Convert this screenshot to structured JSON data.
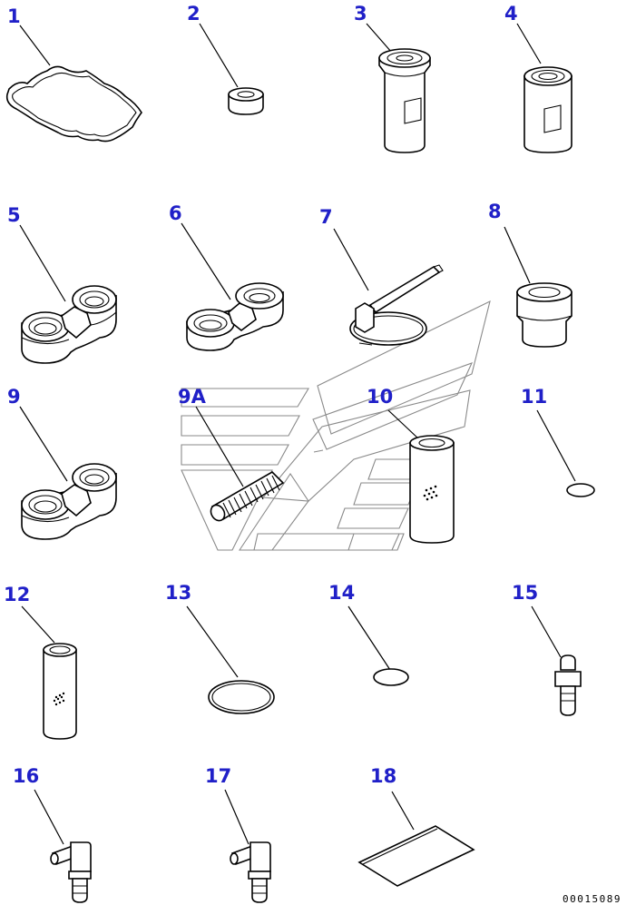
{
  "diagram": {
    "callouts": [
      "1",
      "2",
      "3",
      "4",
      "5",
      "6",
      "7",
      "8",
      "9",
      "9A",
      "10",
      "11",
      "12",
      "13",
      "14",
      "15",
      "16",
      "17",
      "18"
    ],
    "document_number": "00015089",
    "colors": {
      "callout": "#2020c8",
      "line": "#000000",
      "watermark": "#8a8a8a"
    },
    "parts": [
      {
        "callout": "1",
        "icon": "gasket-icon"
      },
      {
        "callout": "2",
        "icon": "ring-spacer-icon"
      },
      {
        "callout": "3",
        "icon": "filter-cartridge-icon"
      },
      {
        "callout": "4",
        "icon": "filter-cartridge-icon"
      },
      {
        "callout": "5",
        "icon": "double-clamp-icon"
      },
      {
        "callout": "6",
        "icon": "double-clamp-icon"
      },
      {
        "callout": "7",
        "icon": "hose-clamp-icon"
      },
      {
        "callout": "8",
        "icon": "bushing-icon"
      },
      {
        "callout": "9",
        "icon": "double-clamp-icon"
      },
      {
        "callout": "9A",
        "icon": "spring-icon"
      },
      {
        "callout": "10",
        "icon": "filter-element-icon"
      },
      {
        "callout": "11",
        "icon": "seal-disc-icon"
      },
      {
        "callout": "12",
        "icon": "tube-icon"
      },
      {
        "callout": "13",
        "icon": "o-ring-icon"
      },
      {
        "callout": "14",
        "icon": "seal-disc-icon"
      },
      {
        "callout": "15",
        "icon": "grease-fitting-icon"
      },
      {
        "callout": "16",
        "icon": "elbow-fitting-icon"
      },
      {
        "callout": "17",
        "icon": "elbow-fitting-icon"
      },
      {
        "callout": "18",
        "icon": "label-sheet-icon"
      }
    ]
  }
}
